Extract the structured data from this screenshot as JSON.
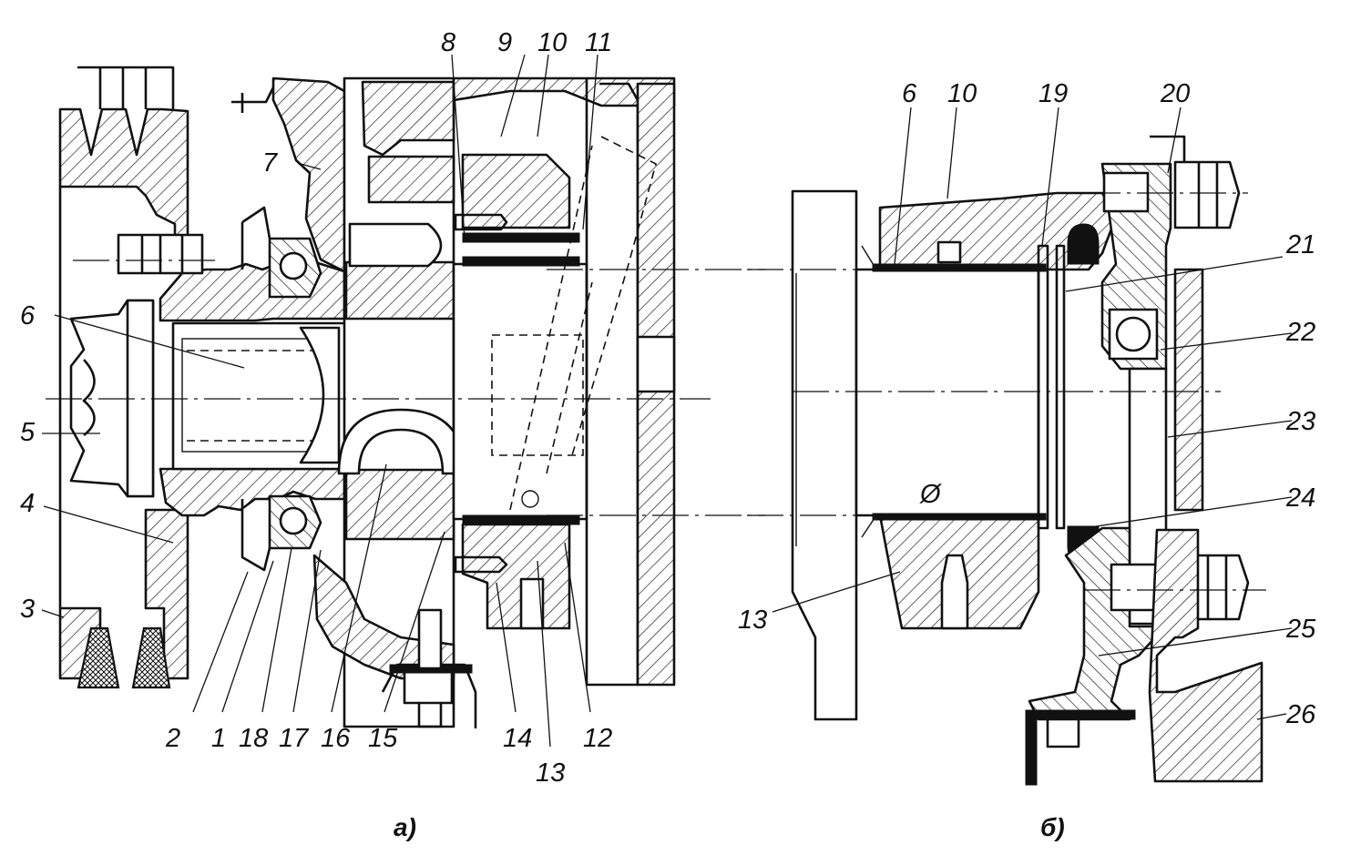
{
  "figure_a": {
    "caption": "а)",
    "labels": [
      "1",
      "2",
      "3",
      "4",
      "5",
      "6",
      "7",
      "8",
      "9",
      "10",
      "11",
      "12",
      "13",
      "14",
      "15",
      "16",
      "17",
      "18"
    ]
  },
  "figure_b": {
    "caption": "б)",
    "labels": [
      "6",
      "10",
      "13",
      "19",
      "20",
      "21",
      "22",
      "23",
      "24",
      "25",
      "26"
    ],
    "symbol": "Ø"
  }
}
